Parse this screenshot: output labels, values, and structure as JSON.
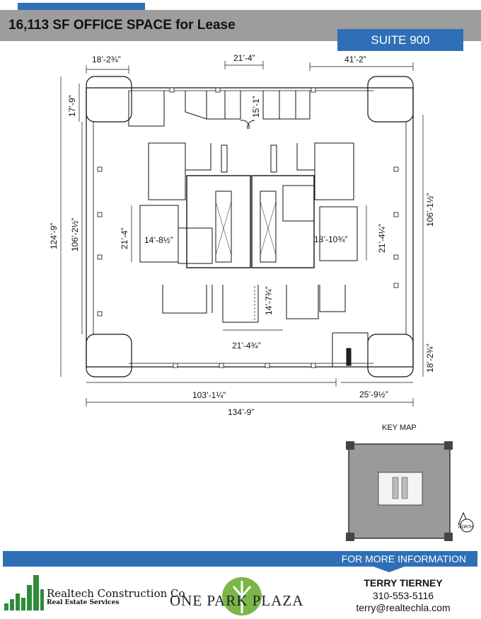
{
  "header": {
    "title": "16,113 SF OFFICE SPACE for Lease",
    "suite_label": "SUITE 900"
  },
  "floor_plan": {
    "dimensions": {
      "top_left_width": "18’-2¾”",
      "top_center_width": "21’-4”",
      "top_right_width": "41’-2”",
      "left_corner_height": "17’-9”",
      "left_outer_height": "124’-9”",
      "left_inner_height": "106’-2½”",
      "core_left_height": "21’-4”",
      "core_left_width": "14’-8½”",
      "core_center_depth": "15’-1”",
      "core_right_width": "18’-10¾”",
      "core_right_height": "21’-4¼”",
      "right_inner_height": "106’-1½”",
      "lower_center_depth": "14’-7¾”",
      "lower_center_width": "21’-4¾”",
      "right_corner_height": "18’-2¾”",
      "bottom_left_width": "103’-1¼”",
      "bottom_right_width": "25’-9½”",
      "bottom_total_width": "134’-9”"
    }
  },
  "key_map": {
    "label": "KEY MAP",
    "north_label": "NORTH"
  },
  "footer": {
    "info_banner": "FOR MORE INFORMATION",
    "company_name": "Realtech Construction Co",
    "company_subtitle": "Real Estate Services",
    "building_logo_text": "ONE PARK PLAZA",
    "contact_name": "TERRY TIERNEY",
    "contact_phone": "310-553-5116",
    "contact_email": "terry@realtechla.com"
  },
  "colors": {
    "accent_blue": "#2f6fb7",
    "header_gray": "#9d9d9d",
    "logo_green": "#2e8b3a",
    "keymap_gray": "#9a9a9a"
  }
}
